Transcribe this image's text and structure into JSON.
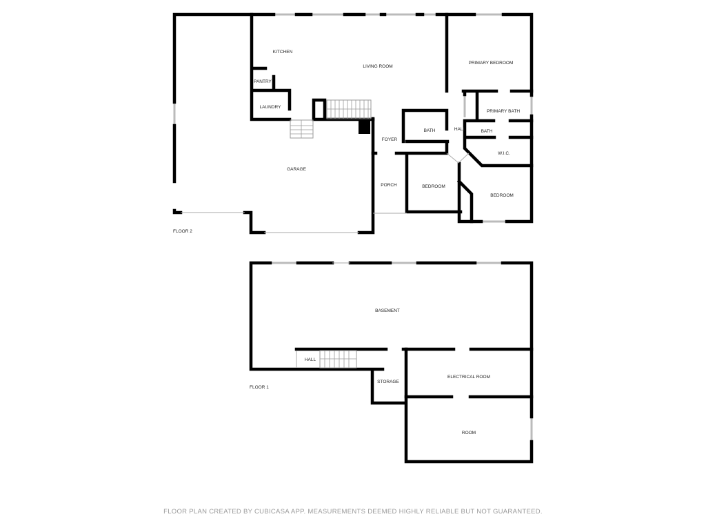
{
  "floor2": {
    "label": "FLOOR 2",
    "rooms": {
      "kitchen": "KITCHEN",
      "living_room": "LIVING ROOM",
      "primary_bedroom": "PRIMARY BEDROOM",
      "pantry": "PANTRY",
      "laundry": "LAUNDRY",
      "primary_bath": "PRIMARY BATH",
      "bath1": "BATH",
      "hall": "HALL",
      "bath2": "BATH",
      "foyer": "FOYER",
      "wic": "W.I.C.",
      "garage": "GARAGE",
      "porch": "PORCH",
      "bedroom1": "BEDROOM",
      "bedroom2": "BEDROOM"
    }
  },
  "floor1": {
    "label": "FLOOR 1",
    "rooms": {
      "basement": "BASEMENT",
      "hall": "HALL",
      "storage": "STORAGE",
      "electrical_room": "ELECTRICAL ROOM",
      "room": "ROOM"
    }
  },
  "footer": "FLOOR PLAN CREATED BY CUBICASA APP. MEASUREMENTS DEEMED HIGHLY RELIABLE BUT NOT GUARANTEED."
}
